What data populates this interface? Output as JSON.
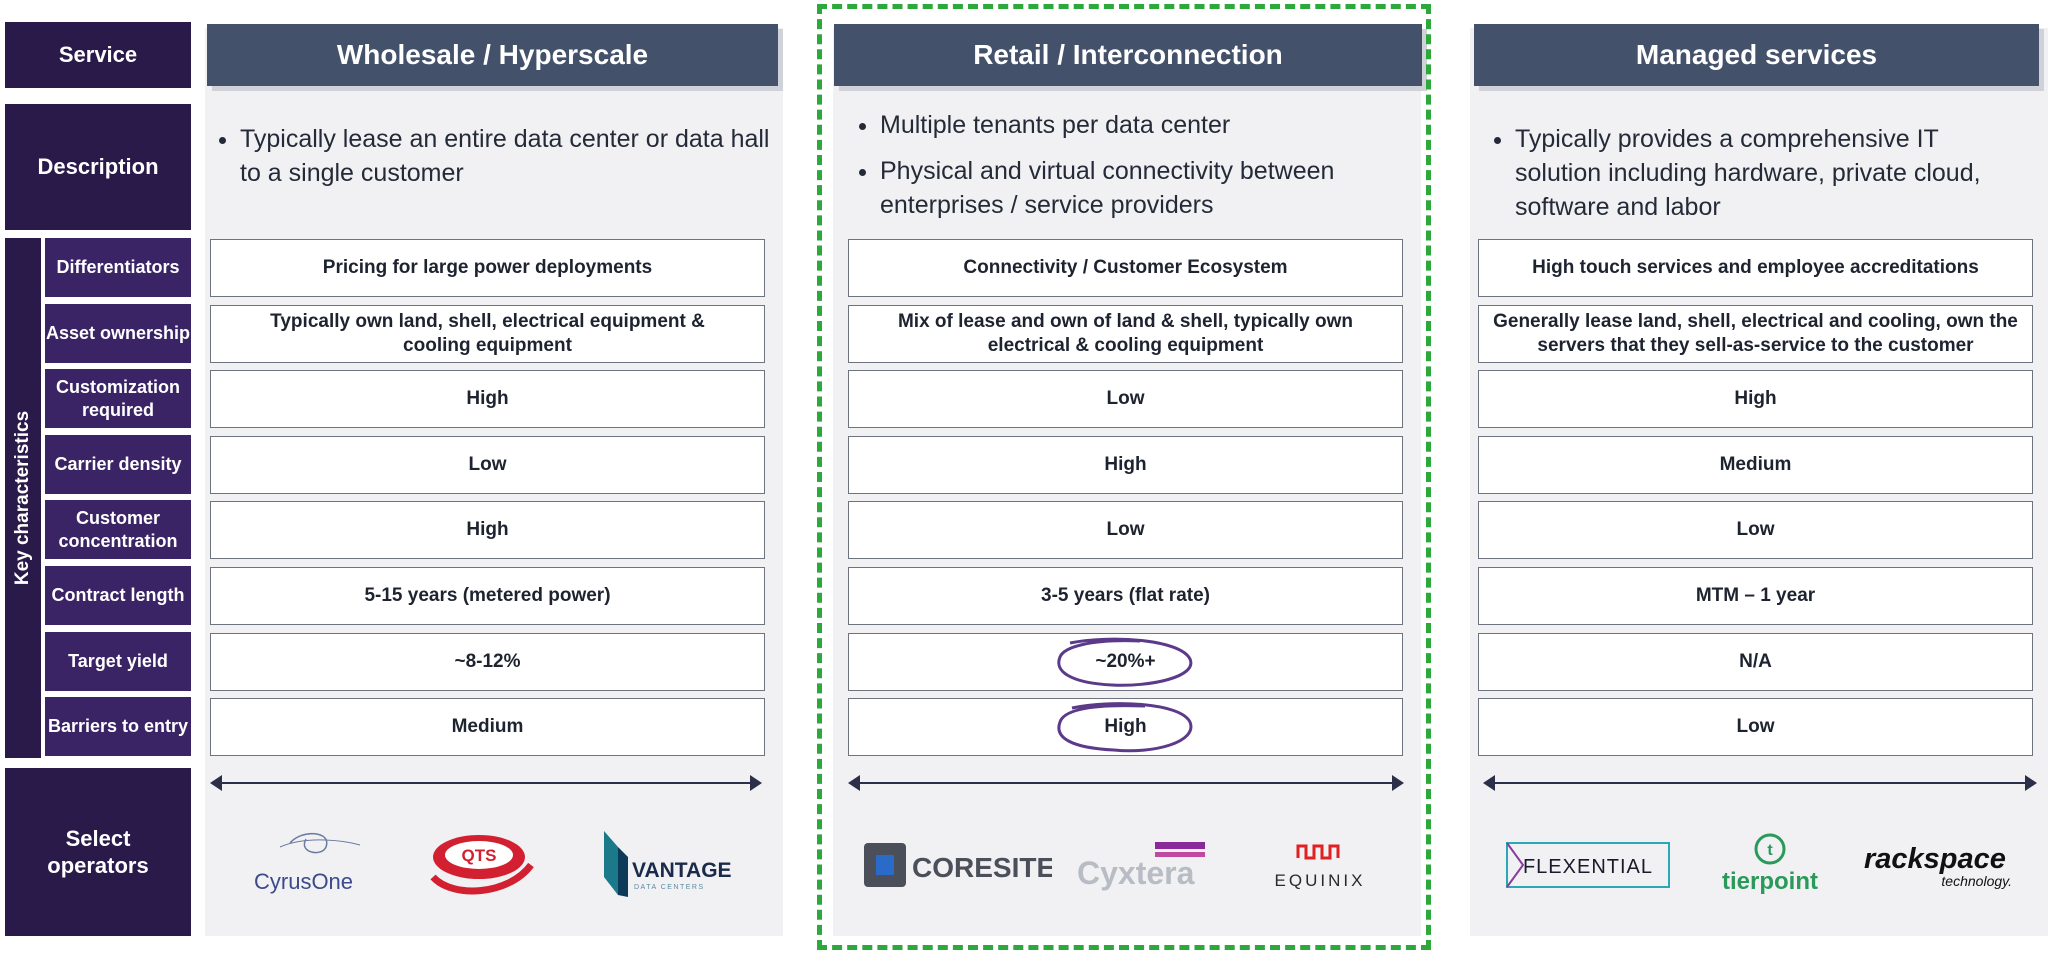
{
  "labels": {
    "service": "Service",
    "description": "Description",
    "key_characteristics": "Key characteristics",
    "select_operators": "Select operators",
    "rows": [
      "Differentiators",
      "Asset ownership",
      "Customization required",
      "Carrier density",
      "Customer concentration",
      "Contract length",
      "Target yield",
      "Barriers to entry"
    ]
  },
  "columns": [
    {
      "title": "Wholesale / Hyperscale",
      "description": [
        "Typically lease an entire data center or data hall to a single customer"
      ],
      "values": [
        "Pricing for large power deployments",
        "Typically own land, shell, electrical equipment & cooling equipment",
        "High",
        "Low",
        "High",
        "5-15 years (metered power)",
        "~8-12%",
        "Medium"
      ],
      "operators": [
        "CyrusOne",
        "QTS",
        "VANTAGE"
      ],
      "operator_sub": "DATA CENTERS"
    },
    {
      "title": "Retail / Interconnection",
      "description": [
        "Multiple tenants per data center",
        "Physical and virtual connectivity between enterprises / service providers"
      ],
      "values": [
        "Connectivity / Customer Ecosystem",
        "Mix of lease and own of land & shell, typically own electrical & cooling equipment",
        "Low",
        "High",
        "Low",
        "3-5 years (flat rate)",
        "~20%+",
        "High"
      ],
      "operators": [
        "CORESITE",
        "Cyxtera",
        "EQUINIX"
      ]
    },
    {
      "title": "Managed services",
      "description": [
        "Typically provides a comprehensive IT solution including hardware, private cloud, software and labor"
      ],
      "values": [
        "High touch services and employee accreditations",
        "Generally lease land, shell, electrical and cooling, own the servers that they sell-as-service to the customer",
        "High",
        "Medium",
        "Low",
        "MTM – 1 year",
        "N/A",
        "Low"
      ],
      "operators": [
        "FLEXENTIAL",
        "tierpoint",
        "rackspace"
      ],
      "operator_sub": "technology."
    }
  ],
  "colors": {
    "label_bg": "#2a1a4a",
    "header_bg": "#43516a",
    "highlight_border": "#2da83a",
    "circle": "#5b3a8a"
  }
}
